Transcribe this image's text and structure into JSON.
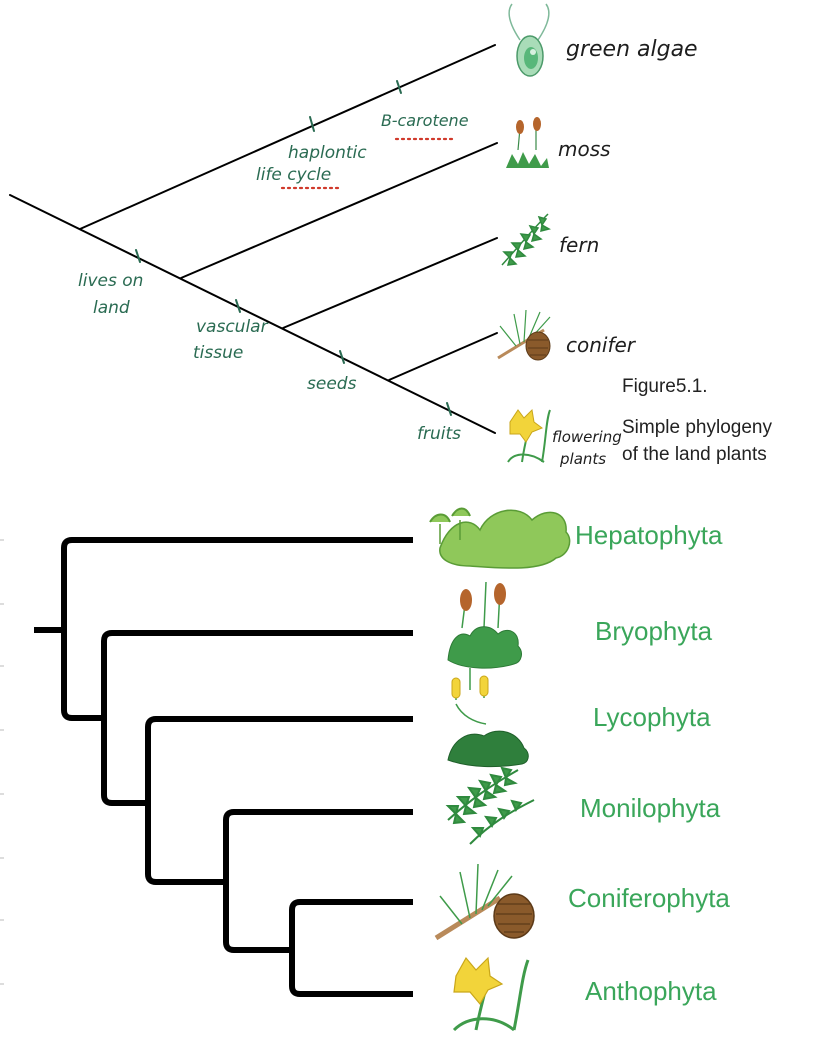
{
  "top_tree": {
    "taxa": [
      "green algae",
      "moss",
      "fern",
      "conifer",
      "flowering plants"
    ],
    "characters": {
      "lives_on_land": "lives on land",
      "vascular_tissue": "vascular tissue",
      "seeds": "seeds",
      "fruits": "fruits",
      "haplontic": "haplontic life cycle",
      "beta_carotene": "B-carotene"
    },
    "caption": {
      "figure": "Figure5.1.",
      "line1": "Simple phylogeny",
      "line2": "of the land plants"
    }
  },
  "bottom_tree": {
    "taxa": [
      "Hepatophyta",
      "Bryophyta",
      "Lycophyta",
      "Monilophyta",
      "Coniferophyta",
      "Anthophyta"
    ]
  },
  "colors": {
    "ink": "#000000",
    "handwriting": "#2a6b52",
    "highlight_dots": "#d0392b",
    "taxon_label": "#3aa65a",
    "plant_green": "#3f9b4a",
    "moss_capsule": "#b5652c",
    "cone": "#8a5a2b",
    "flower": "#f2d43a"
  }
}
